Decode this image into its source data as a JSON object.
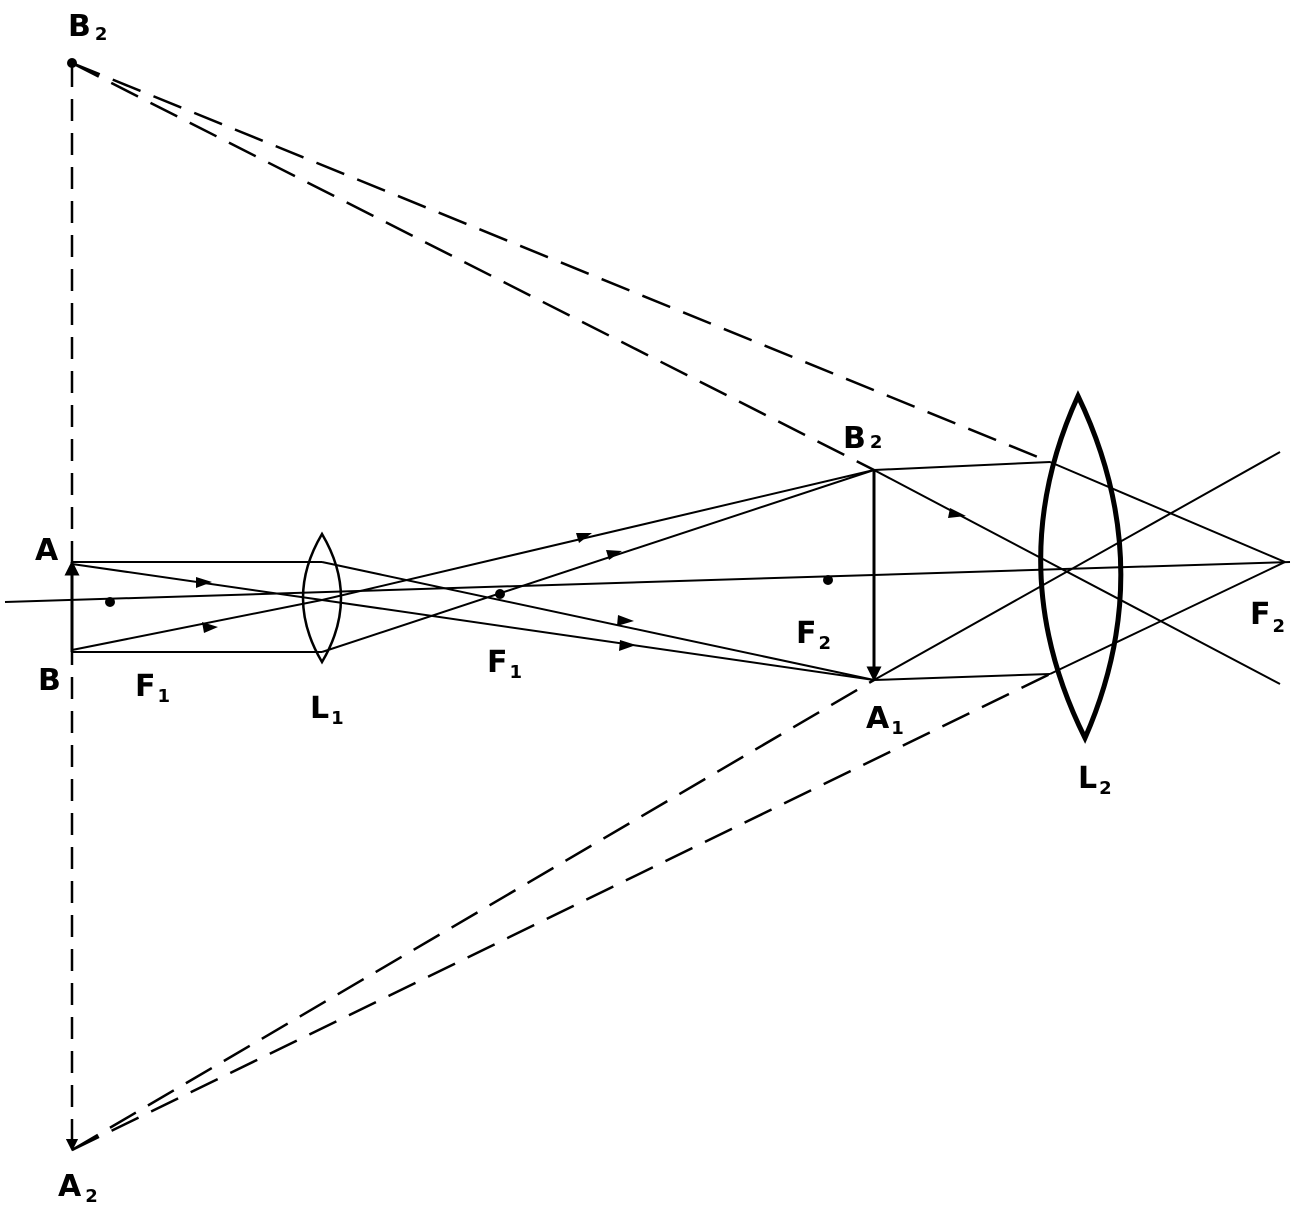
{
  "labels": {
    "b2_top": {
      "main": "B",
      "sub": "2"
    },
    "a_obj": {
      "main": "A",
      "sub": ""
    },
    "b_obj": {
      "main": "B",
      "sub": ""
    },
    "f1_left": {
      "main": "F",
      "sub": "1"
    },
    "l1": {
      "main": "L",
      "sub": "1"
    },
    "f1_mid": {
      "main": "F",
      "sub": "1"
    },
    "b2_mid": {
      "main": "B",
      "sub": "2"
    },
    "f2_mid": {
      "main": "F",
      "sub": "2"
    },
    "a1": {
      "main": "A",
      "sub": "1"
    },
    "l2": {
      "main": "L",
      "sub": "2"
    },
    "f2_right": {
      "main": "F",
      "sub": "2"
    },
    "a2": {
      "main": "A",
      "sub": "2"
    }
  },
  "colors": {
    "line": "#000000",
    "background": "#ffffff"
  }
}
